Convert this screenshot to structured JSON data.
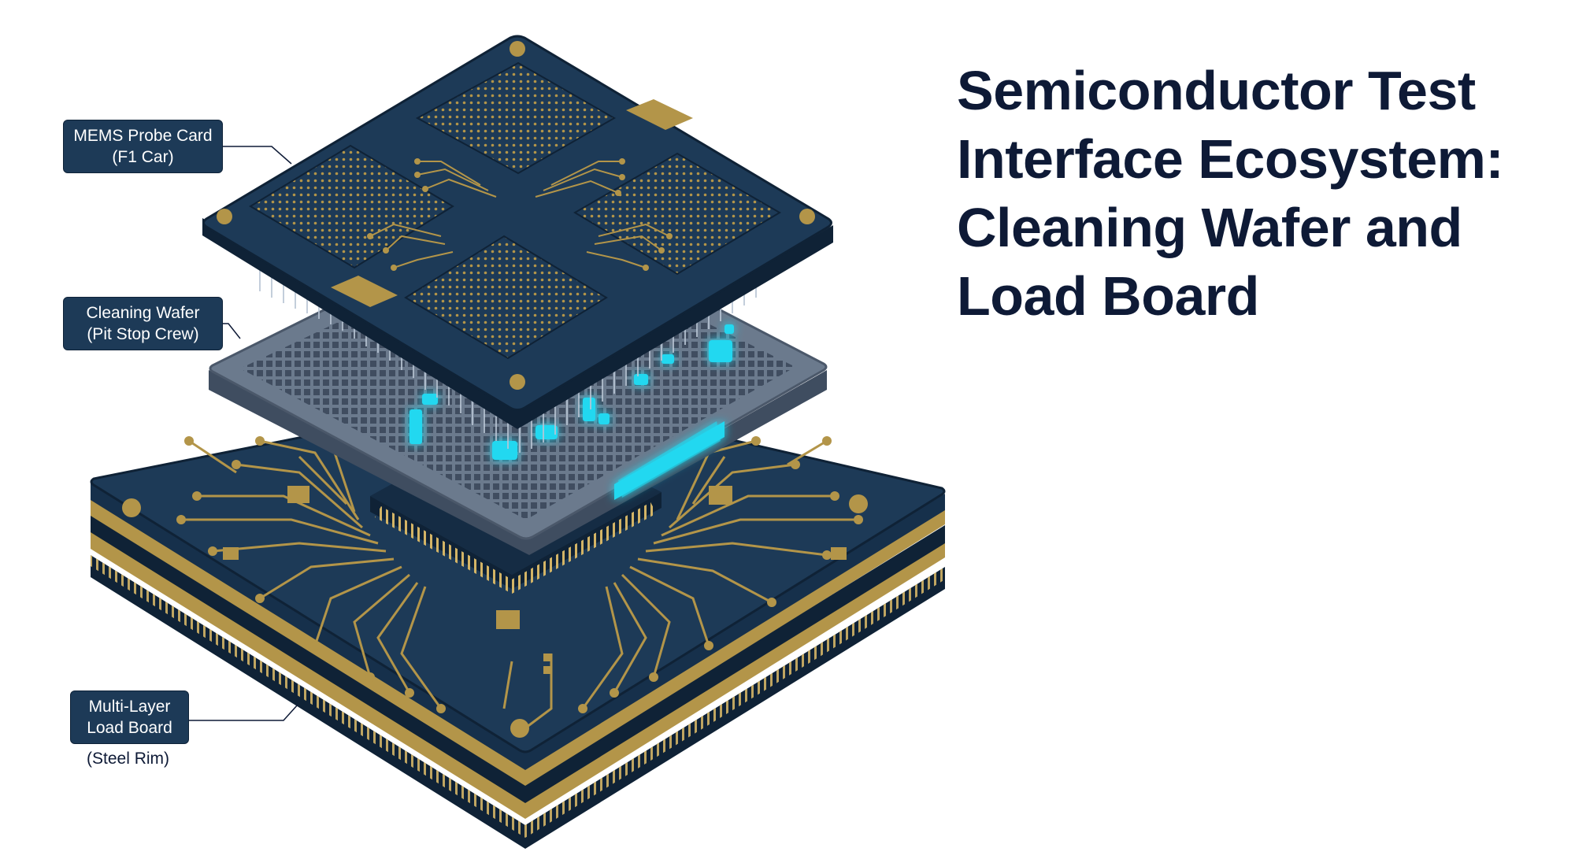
{
  "title": {
    "lines": [
      "Semiconductor Test",
      "Interface Ecosystem:",
      "Cleaning Wafer and",
      "Load Board"
    ]
  },
  "callouts": {
    "probe_card": {
      "line1": "MEMS Probe Card",
      "line2": "(F1 Car)"
    },
    "cleaning_wafer": {
      "line1": "Cleaning Wafer",
      "line2": "(Pit Stop Crew)"
    },
    "load_board": {
      "line1": "Multi-Layer",
      "line2": "Load Board",
      "note": "(Steel Rim)"
    }
  },
  "colors": {
    "board": "#1d3a57",
    "board_dark": "#0f2236",
    "gold": "#b39549",
    "wafer": "#6b7a8d",
    "glow": "#22d8f0",
    "title": "#0e1a36"
  }
}
